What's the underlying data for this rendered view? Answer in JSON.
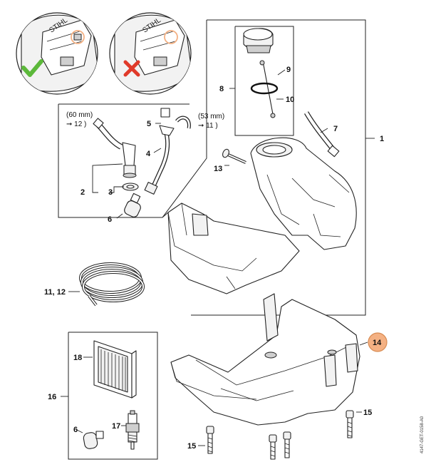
{
  "diagram": {
    "callouts": {
      "p1": "1",
      "p2": "2",
      "p3": "3",
      "p4": "4",
      "p5": "5",
      "p6a": "6",
      "p6b": "6",
      "p7": "7",
      "p8": "8",
      "p9": "9",
      "p10": "10",
      "p11_12": "11, 12",
      "p13": "13",
      "p14": "14",
      "p15a": "15",
      "p15b": "15",
      "p16": "16",
      "p17": "17",
      "p18": "18"
    },
    "dimension_left": {
      "length": "(60 mm)",
      "ref": "➞ 12 )"
    },
    "dimension_right": {
      "length": "(53 mm)",
      "ref": "➞ 11 )"
    },
    "brand_mark": "STIHL",
    "doc_number": "4147-GET-0158-A0",
    "indicators": {
      "correct": "check-mark",
      "wrong": "cross-mark",
      "correct_color": "#5cb83a",
      "wrong_color": "#e03a2a",
      "highlight_color": "#f4b183"
    }
  }
}
